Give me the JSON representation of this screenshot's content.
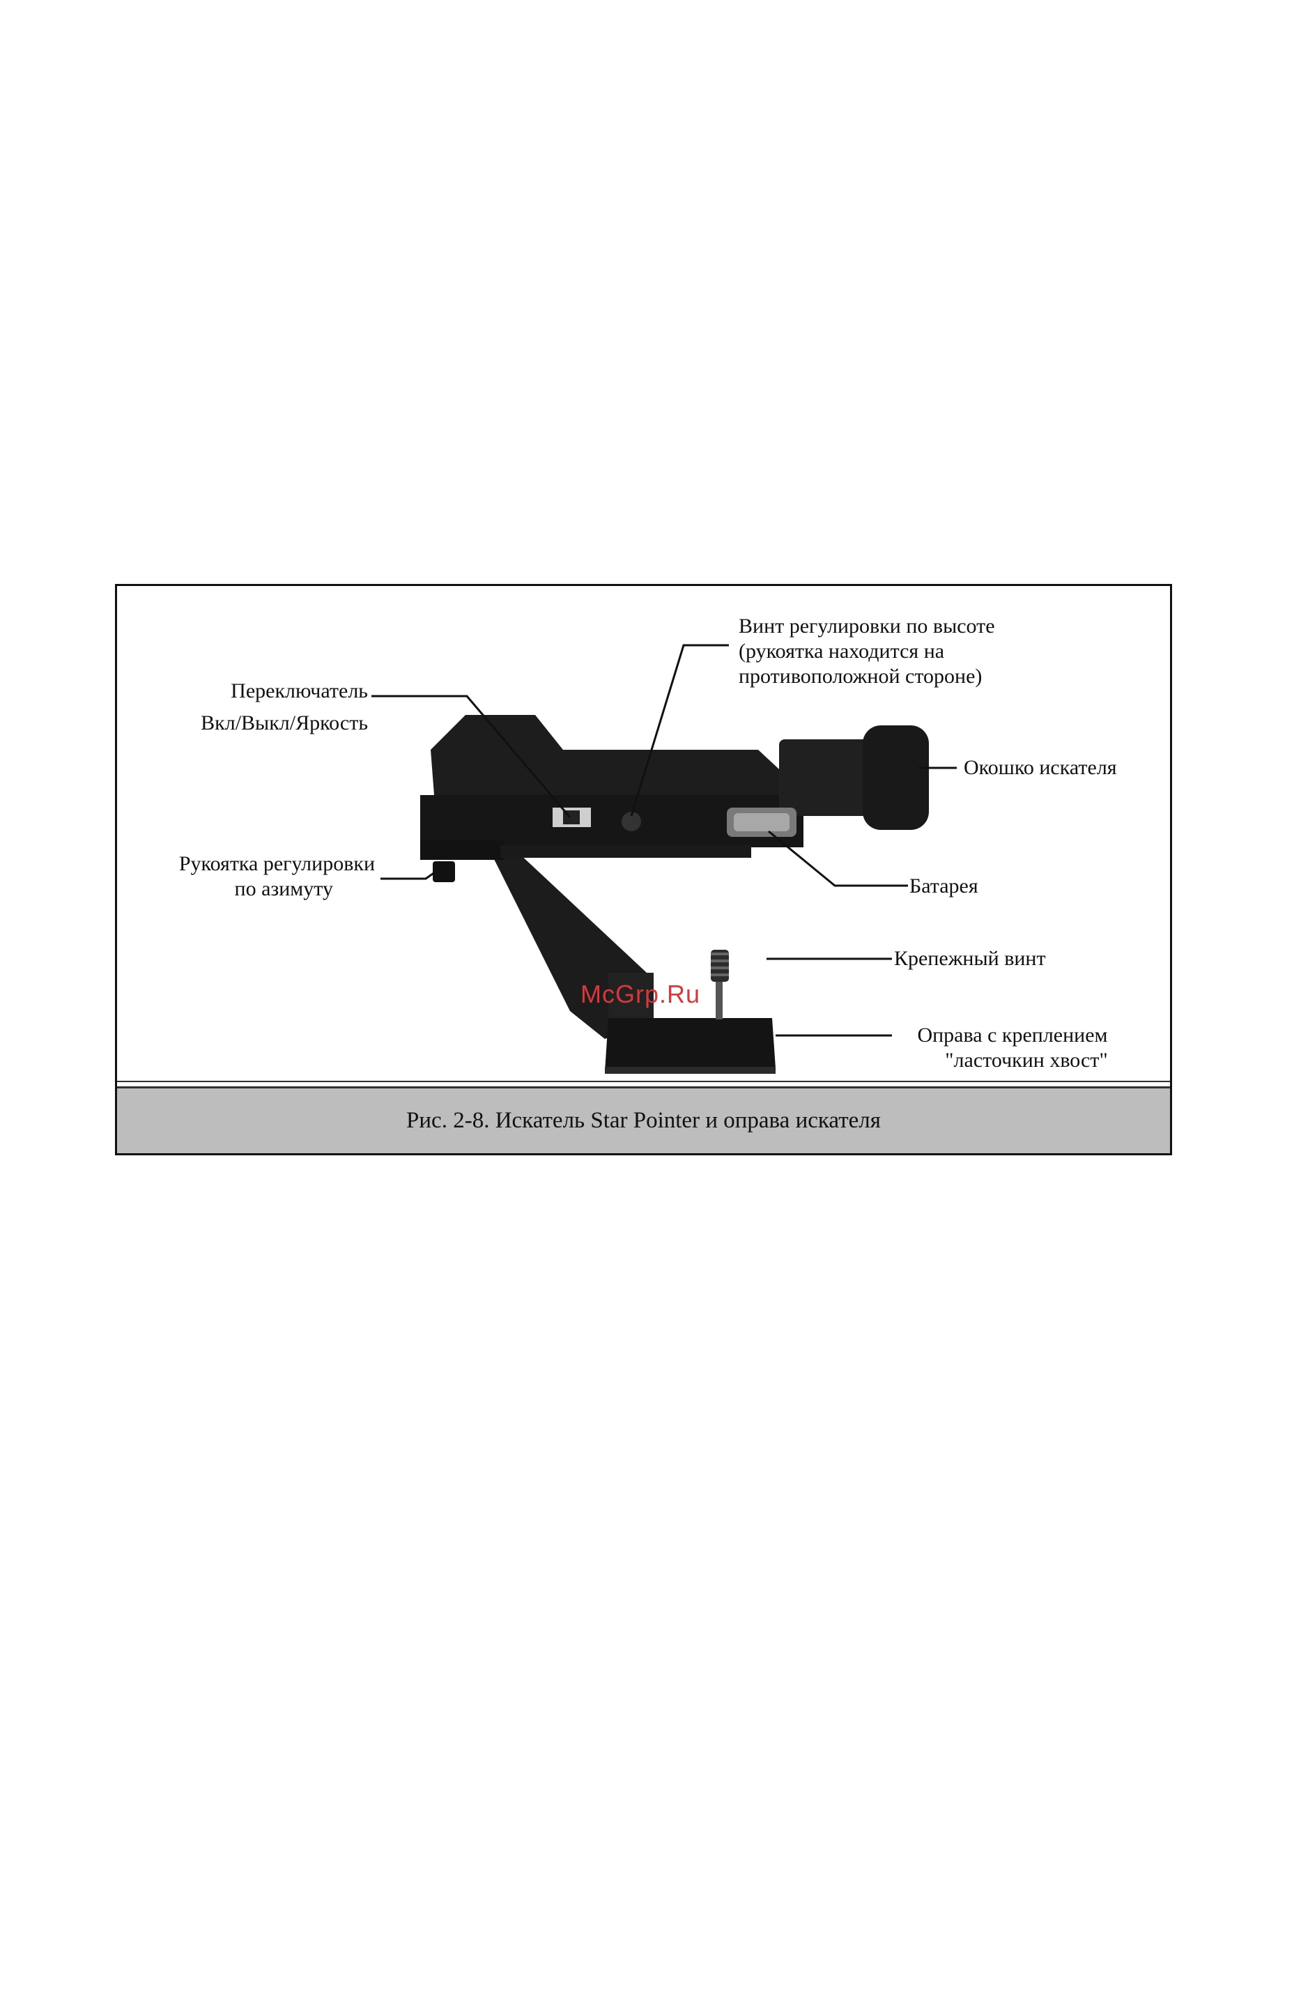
{
  "figure": {
    "labels": {
      "switch_line1": "Переключатель",
      "switch_line2": "Вкл/Выкл/Яркость",
      "elev_line1": "Винт регулировки по высоте",
      "elev_line2": "(рукоятка находится на",
      "elev_line3": "противоположной стороне)",
      "window": "Окошко искателя",
      "azimuth_line1": "Рукоятка регулировки",
      "azimuth_line2": "по азимуту",
      "battery": "Батарея",
      "mount_screw": "Крепежный винт",
      "bracket_line1": "Оправа с креплением",
      "bracket_line2": "\"ласточкин хвост\""
    },
    "watermark": "McGrp.Ru",
    "caption": "Рис. 2-8. Искатель Star Pointer и оправа искателя"
  },
  "colors": {
    "device_body": "#161616",
    "caption_bg": "#bdbdbd",
    "watermark": "#d8383b"
  }
}
